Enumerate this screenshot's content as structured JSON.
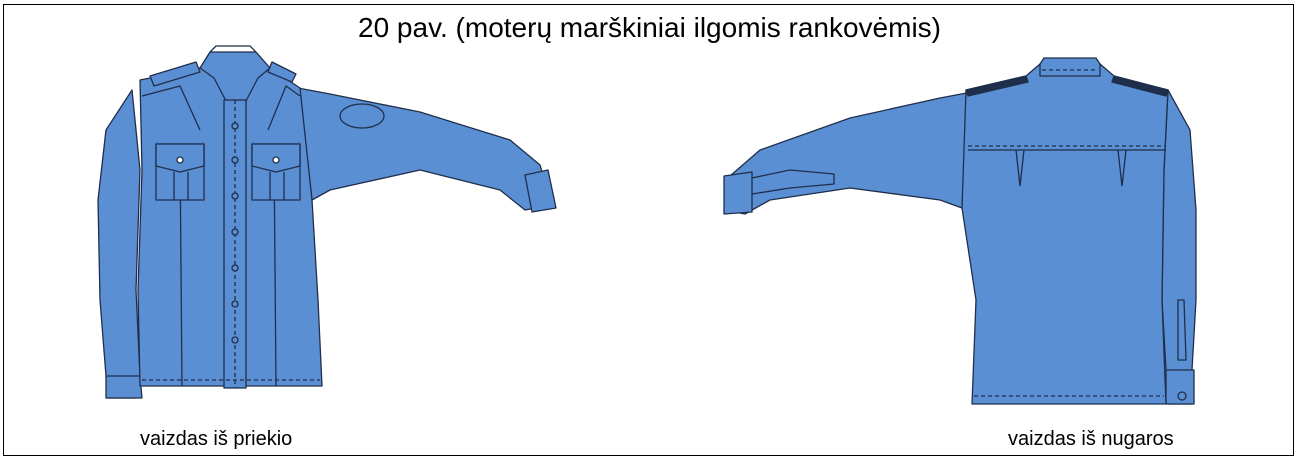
{
  "figure": {
    "title": "20 pav. (moterų marškiniai ilgomis rankovėmis)",
    "fabric_color": "#5b8fd3",
    "line_color": "#1f2e4a"
  },
  "views": [
    {
      "caption": "vaizdas iš priekio"
    },
    {
      "caption": "vaizdas iš nugaros"
    }
  ]
}
